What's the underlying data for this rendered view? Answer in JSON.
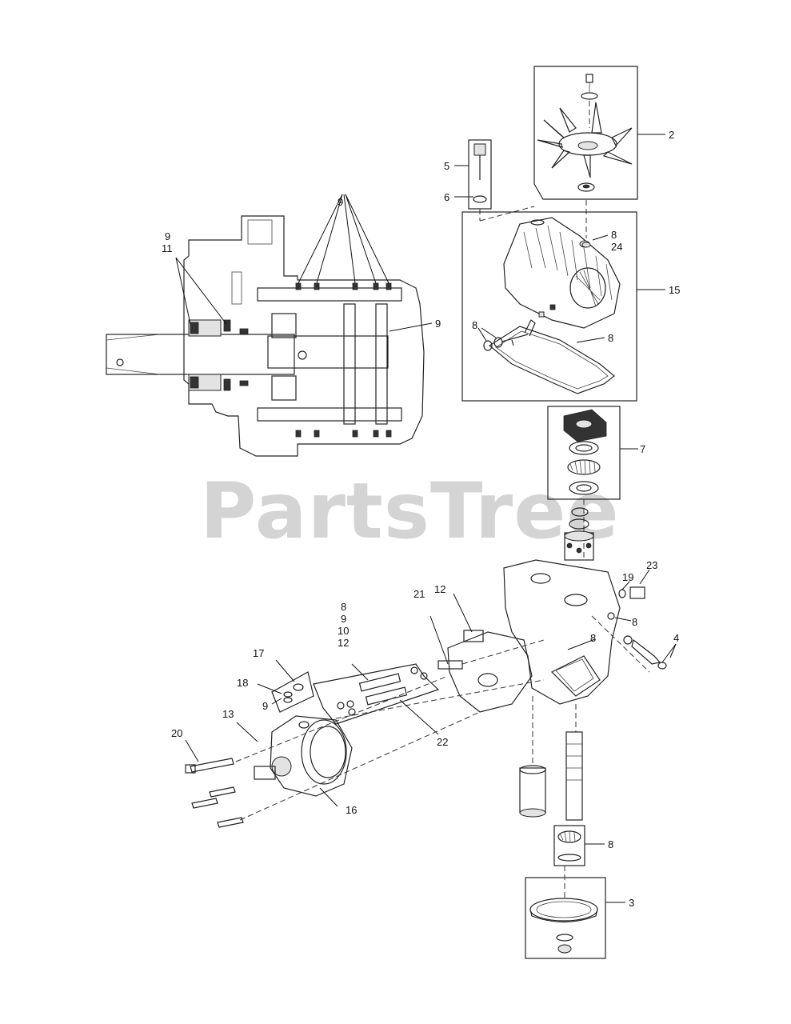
{
  "watermark": "PartsTree",
  "callouts": {
    "c2": "2",
    "c3": "3",
    "c4": "4",
    "c5": "5",
    "c6": "6",
    "c7": "7",
    "c8_lid_a": "8",
    "c24": "24",
    "c15": "15",
    "c8_lid_b": "8",
    "c8_gasket": "8",
    "c9_top": "9",
    "c9_left": "9",
    "c11": "11",
    "c9_right": "9",
    "c12_top": "12",
    "c21": "21",
    "c8_kit": "8",
    "c9_kit": "9",
    "c10_kit": "10",
    "c12_kit": "12",
    "c19": "19",
    "c23": "23",
    "c8_plug": "8",
    "c8_filter": "8",
    "c17": "17",
    "c18": "18",
    "c9_motor": "9",
    "c13": "13",
    "c20": "20",
    "c22": "22",
    "c16": "16",
    "c8_bearing": "8"
  }
}
